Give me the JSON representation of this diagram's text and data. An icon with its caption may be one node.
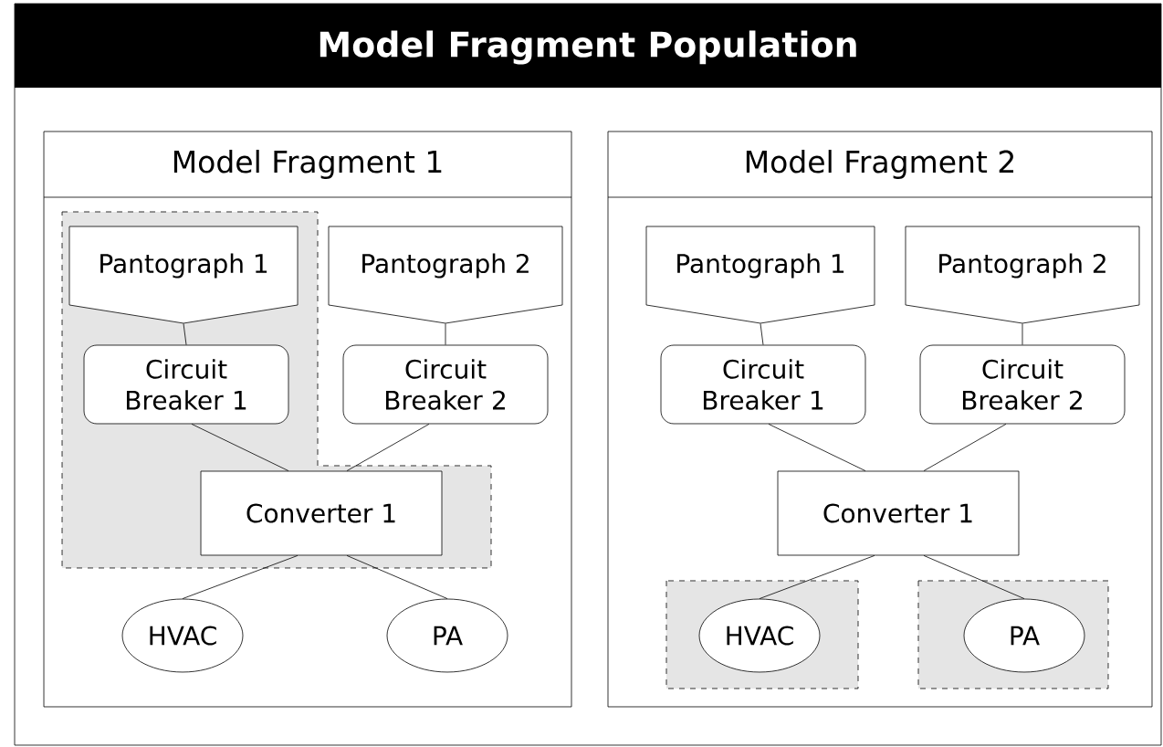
{
  "diagram": {
    "nodes": [
      {
        "text": [
          "Model Fragment Population"
        ]
      },
      {
        "text": [
          "Model Fragment 1"
        ],
        "in": 0
      },
      {
        "text": [
          "Pantograph 1"
        ],
        "in": 1
      },
      {
        "text": [
          "Pantograph 2"
        ],
        "in": 1
      },
      {
        "text": [
          "Circuit Breaker 1"
        ],
        "in": 1
      },
      {
        "text": [
          "Circuit Breaker 2"
        ],
        "in": 1
      },
      {
        "text": [
          "Converter 1"
        ],
        "in": 1
      },
      {
        "text": [
          "HVAC"
        ],
        "in": 1
      },
      {
        "text": [
          "PA"
        ],
        "in": 1
      },
      {
        "text": [
          "Model Fragment 2"
        ],
        "in": 0
      },
      {
        "text": [
          "Pantograph 1"
        ],
        "in": 9
      },
      {
        "text": [
          "Pantograph 2"
        ],
        "in": 9
      },
      {
        "text": [
          "Circuit Breaker 1"
        ],
        "in": 9
      },
      {
        "text": [
          "Circuit Breaker 2"
        ],
        "in": 9
      },
      {
        "text": [
          "Converter 1"
        ],
        "in": 9
      },
      {
        "text": [
          "HVAC"
        ],
        "in": 9
      },
      {
        "text": [
          "PA"
        ],
        "in": 9
      }
    ],
    "edges": [
      {
        "from": 2,
        "to": 4,
        "arrow": "none"
      },
      {
        "from": 3,
        "to": 5,
        "arrow": "none"
      },
      {
        "from": 4,
        "to": 6,
        "arrow": "none"
      },
      {
        "from": 5,
        "to": 6,
        "arrow": "none"
      },
      {
        "from": 6,
        "to": 7,
        "arrow": "none"
      },
      {
        "from": 6,
        "to": 8,
        "arrow": "none"
      },
      {
        "from": 10,
        "to": 12,
        "arrow": "none"
      },
      {
        "from": 11,
        "to": 13,
        "arrow": "none"
      },
      {
        "from": 12,
        "to": 14,
        "arrow": "none"
      },
      {
        "from": 13,
        "to": 14,
        "arrow": "none"
      },
      {
        "from": 14,
        "to": 15,
        "arrow": "none"
      },
      {
        "from": 14,
        "to": 16,
        "arrow": "none"
      }
    ]
  }
}
